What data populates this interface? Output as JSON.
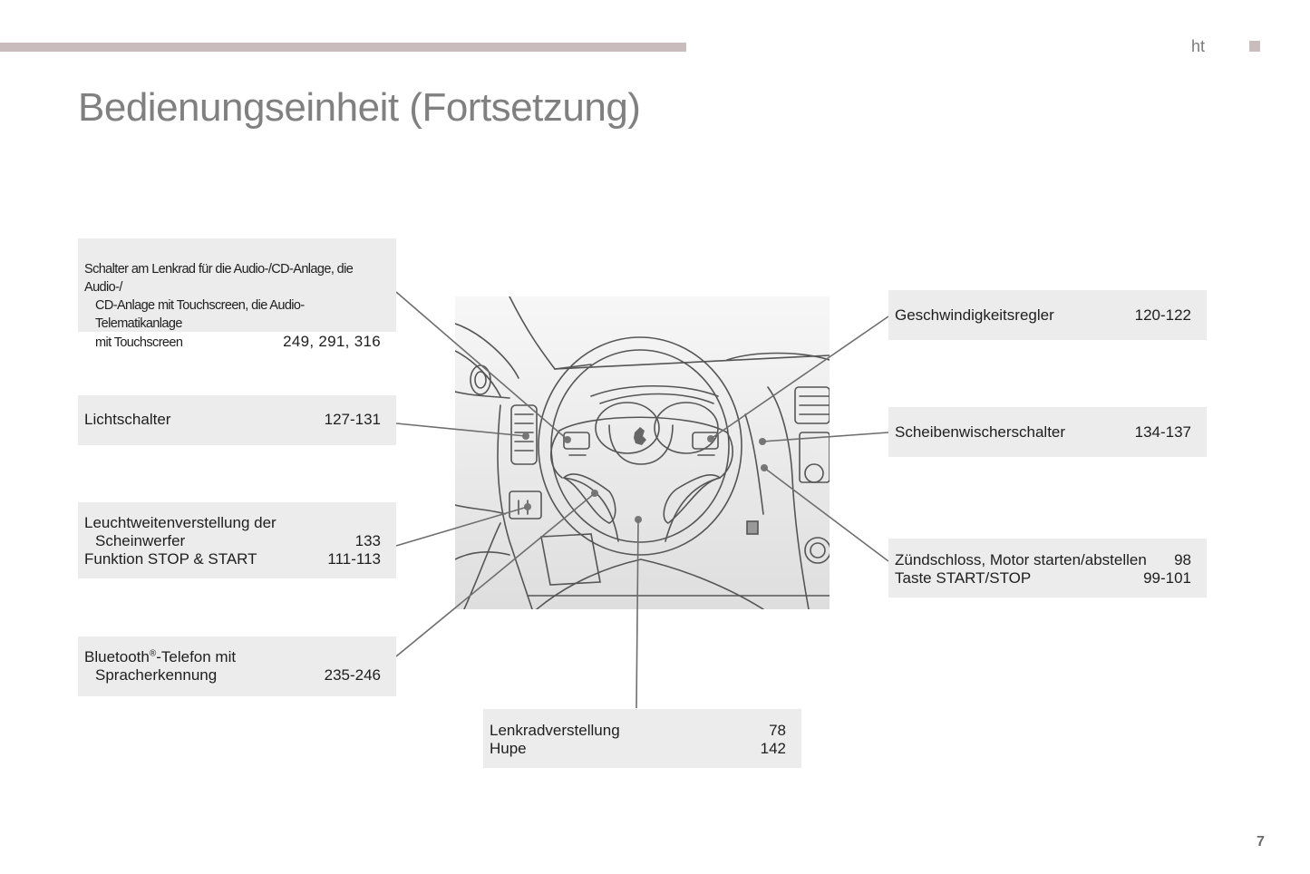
{
  "header": {
    "section_tag": "ht",
    "title": "Bedienungseinheit (Fortsetzung)"
  },
  "callouts": {
    "audio_switches": {
      "line1": "Schalter am Lenkrad für die Audio-/CD-Anlage, die Audio-/",
      "line2": "CD-Anlage mit Touchscreen, die Audio-Telematikanlage",
      "line3": "mit Touchscreen",
      "pages": "249, 291, 316"
    },
    "light_switch": {
      "label": "Lichtschalter",
      "pages": "127-131"
    },
    "headlamp": {
      "line1": "Leuchtweitenverstellung der",
      "line2": "Scheinwerfer",
      "pages1": "133",
      "line3": "Funktion STOP & START",
      "pages2": "111-113"
    },
    "bluetooth": {
      "line1_a": "Bluetooth",
      "line1_sup": "®",
      "line1_b": "-Telefon mit",
      "line2": "Spracherkennung",
      "pages": "235-246"
    },
    "cruise_control": {
      "label": "Geschwindigkeitsregler",
      "pages": "120-122"
    },
    "wiper_switch": {
      "label": "Scheibenwischerschalter",
      "pages": "134-137"
    },
    "ignition": {
      "line1": "Zündschloss, Motor starten/abstellen",
      "pages1": "98",
      "line2": "Taste START/STOP",
      "pages2": "99-101"
    },
    "steering": {
      "line1": "Lenkradverstellung",
      "pages1": "78",
      "line2": "Hupe",
      "pages2": "142"
    }
  },
  "footer": {
    "page_number": "7"
  },
  "colors": {
    "accent_bar": "#c8bcbc",
    "callout_bg": "#ececec",
    "title": "#808080",
    "leader_line": "#6e6e6e"
  }
}
